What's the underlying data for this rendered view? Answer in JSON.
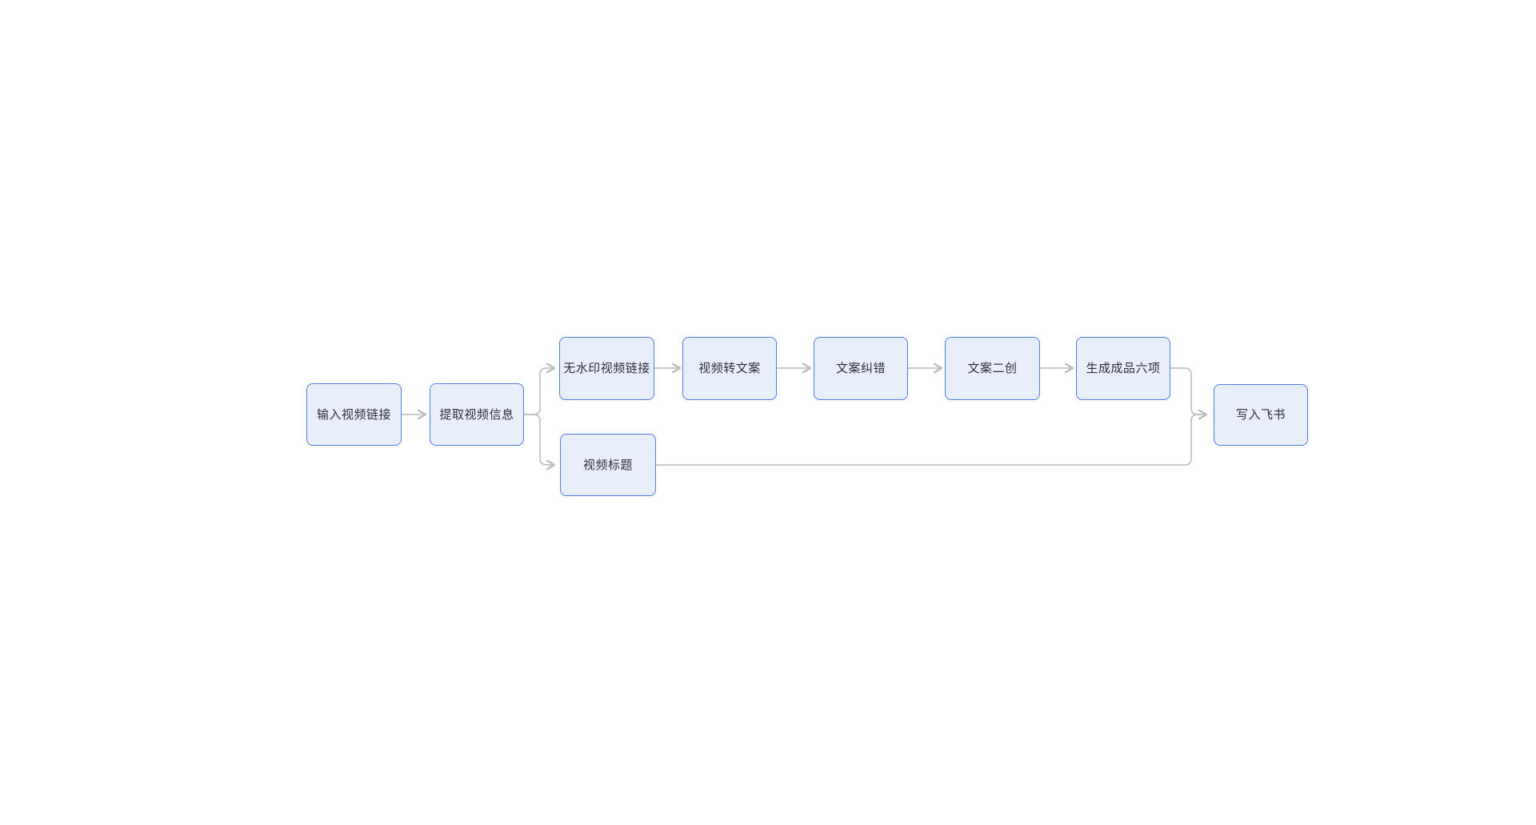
{
  "diagram": {
    "type": "flowchart",
    "colors": {
      "canvas_bg": "#FFFFFF",
      "node_fill": "#E9EEFB",
      "node_border": "#4E7CE0",
      "node_text": "#2B2F38",
      "connector": "#B9BABD"
    },
    "nodes": [
      {
        "id": "input-video-link",
        "label": "输入视频链接"
      },
      {
        "id": "extract-video-info",
        "label": "提取视频信息"
      },
      {
        "id": "no-watermark-video-link",
        "label": "无水印视频链接"
      },
      {
        "id": "video-to-script",
        "label": "视频转文案"
      },
      {
        "id": "script-proofread",
        "label": "文案纠错"
      },
      {
        "id": "script-recreate",
        "label": "文案二创"
      },
      {
        "id": "generate-six-outputs",
        "label": "生成成品六项"
      },
      {
        "id": "video-title",
        "label": "视频标题"
      },
      {
        "id": "write-to-feishu",
        "label": "写入飞书"
      }
    ],
    "edges": [
      {
        "from": "输入视频链接",
        "to": "提取视频信息"
      },
      {
        "from": "提取视频信息",
        "to": "无水印视频链接"
      },
      {
        "from": "提取视频信息",
        "to": "视频标题"
      },
      {
        "from": "无水印视频链接",
        "to": "视频转文案"
      },
      {
        "from": "视频转文案",
        "to": "文案纠错"
      },
      {
        "from": "文案纠错",
        "to": "文案二创"
      },
      {
        "from": "文案二创",
        "to": "生成成品六项"
      },
      {
        "from": "生成成品六项",
        "to": "写入飞书"
      },
      {
        "from": "视频标题",
        "to": "写入飞书"
      }
    ]
  }
}
